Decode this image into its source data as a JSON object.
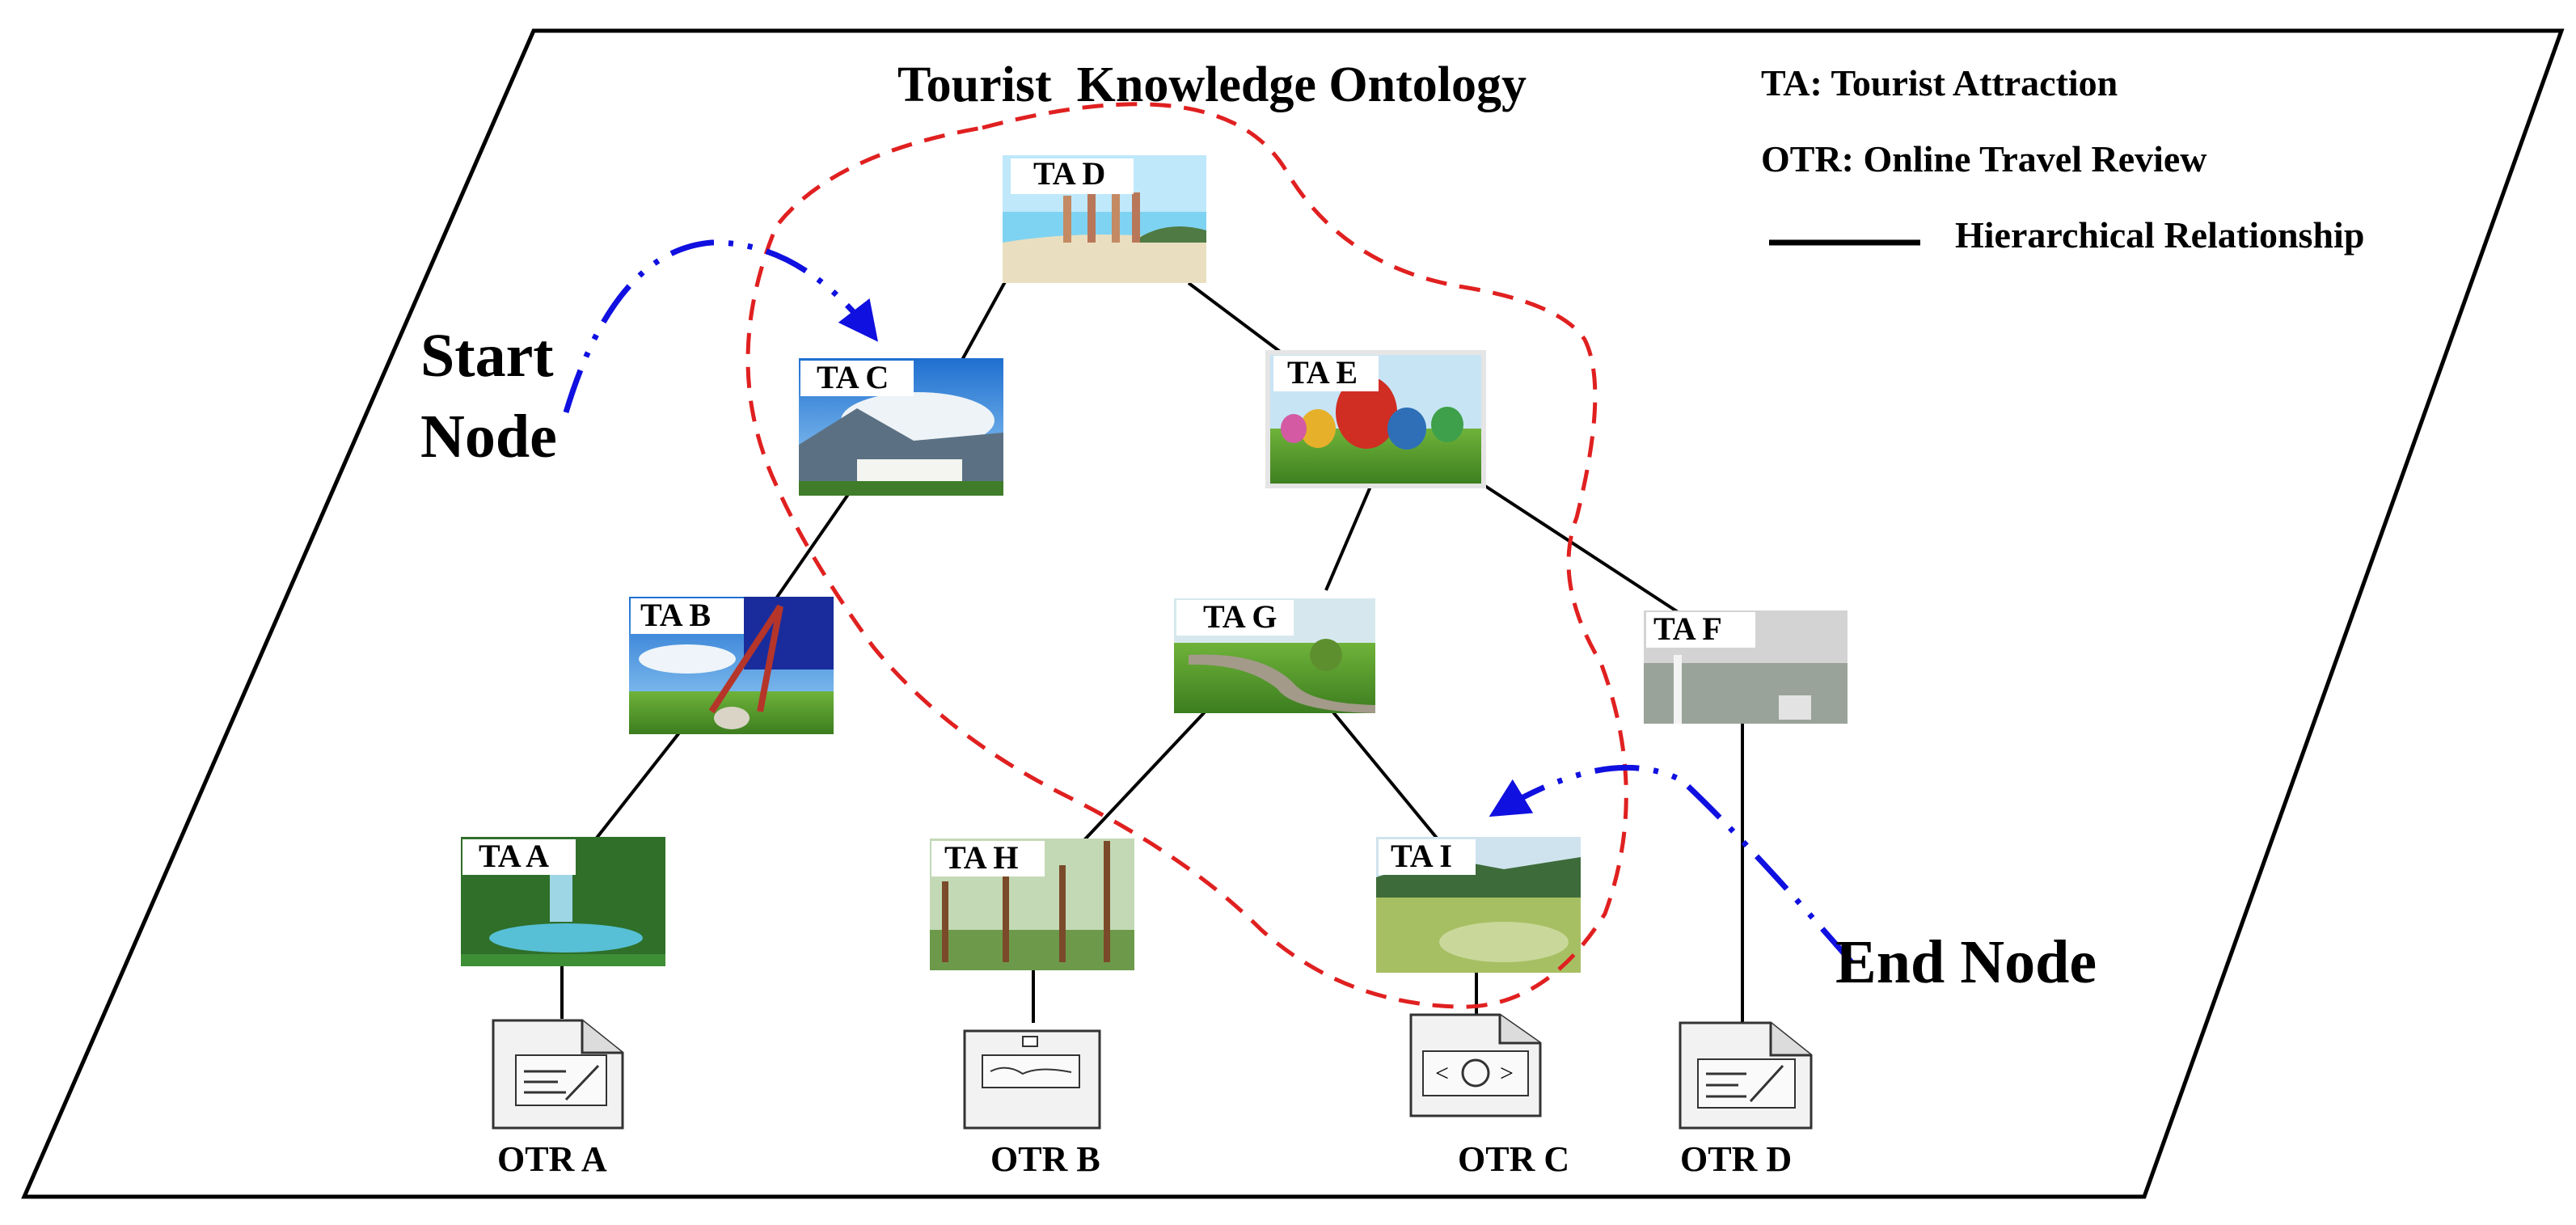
{
  "title": "Tourist  Knowledge Ontology",
  "legend": {
    "ta": "TA: Tourist Attraction",
    "otr": "OTR: Online Travel Review",
    "hierarchical": "Hierarchical Relationship"
  },
  "markers": {
    "start": [
      "Start",
      "Node"
    ],
    "end": "End Node"
  },
  "nodes": {
    "ta_a": "TA A",
    "ta_b": "TA B",
    "ta_c": "TA C",
    "ta_d": "TA D",
    "ta_e": "TA E",
    "ta_f": "TA F",
    "ta_g": "TA G",
    "ta_h": "TA H",
    "ta_i": "TA I"
  },
  "reviews": {
    "otr_a": "OTR A",
    "otr_b": "OTR B",
    "otr_c": "OTR C",
    "otr_d": "OTR D"
  },
  "colors": {
    "edge": "#000000",
    "path_arrow": "#1010e0",
    "region": "#e02020",
    "sky": "#3d8fd6",
    "grass": "#4f9a2c",
    "water": "#9dbb5a"
  }
}
